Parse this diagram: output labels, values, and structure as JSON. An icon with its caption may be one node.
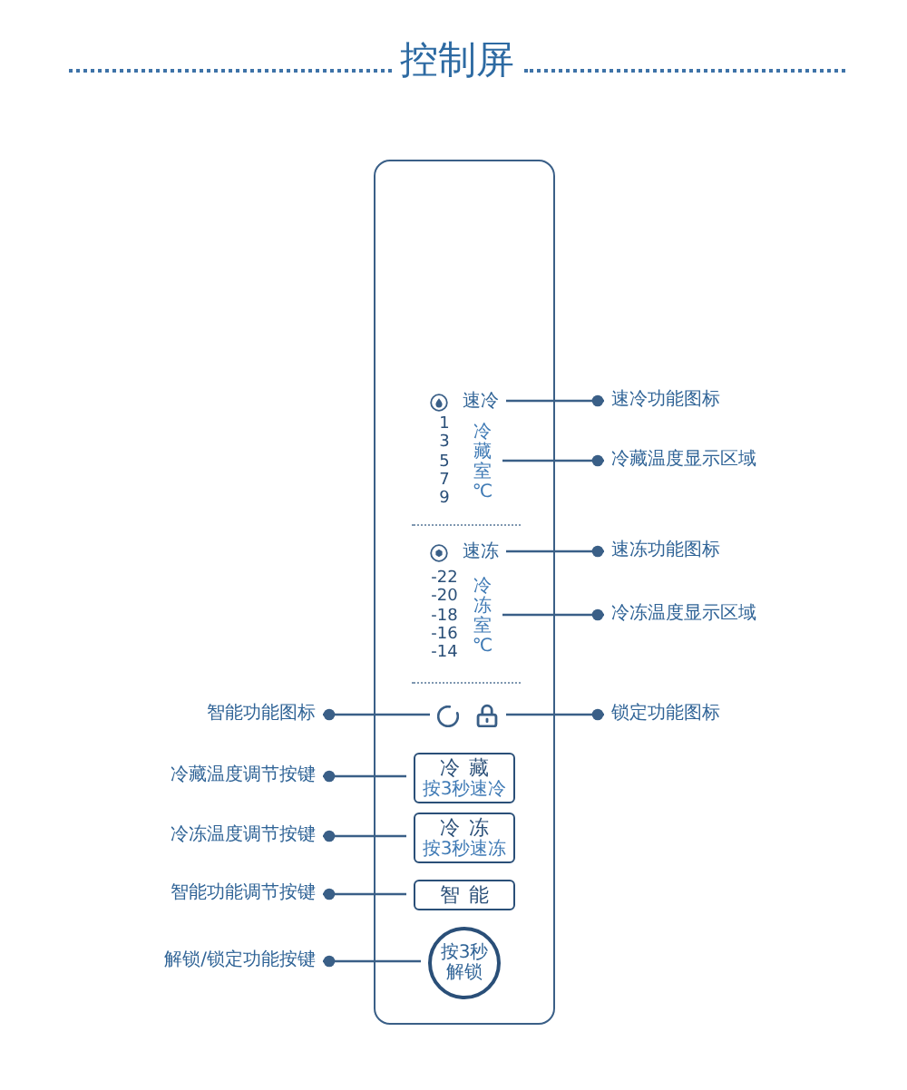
{
  "diagram": {
    "title": "控制屏",
    "nodes": [
      {
        "text": [],
        "shape": "box"
      },
      {
        "text": [
          "速冷"
        ],
        "in": 0
      },
      {
        "text": [
          "1",
          "3",
          "5",
          "7",
          "9",
          "冷藏室℃"
        ],
        "in": 0
      },
      {
        "text": [
          "速冻"
        ],
        "in": 0
      },
      {
        "text": [
          "-22",
          "-20",
          "-18",
          "-16",
          "-14",
          "冷冻室℃"
        ],
        "in": 0
      },
      {
        "text": [],
        "shape": "picture",
        "in": 0
      },
      {
        "text": [],
        "shape": "picture",
        "in": 0
      },
      {
        "text": [
          "冷藏",
          "按3秒速冷"
        ],
        "in": 0
      },
      {
        "text": [
          "冷冻",
          "按3秒速冻"
        ],
        "in": 0
      },
      {
        "text": [
          "智能"
        ],
        "in": 0
      },
      {
        "text": [
          "按3秒解锁"
        ],
        "in": 0
      },
      {
        "text": [
          "速冷功能图标"
        ]
      },
      {
        "text": [
          "冷藏温度显示区域"
        ]
      },
      {
        "text": [
          "速冻功能图标"
        ]
      },
      {
        "text": [
          "冷冻温度显示区域"
        ]
      },
      {
        "text": [
          "智能功能图标"
        ]
      },
      {
        "text": [
          "锁定功能图标"
        ]
      },
      {
        "text": [
          "冷藏温度调节按键"
        ]
      },
      {
        "text": [
          "冷冻温度调节按键"
        ]
      },
      {
        "text": [
          "智能功能调节按键"
        ]
      },
      {
        "text": [
          "解锁/锁定功能按键"
        ]
      }
    ],
    "edges": [
      {
        "from": 11,
        "to": 1,
        "arrow": "other"
      },
      {
        "from": 12,
        "to": 2,
        "arrow": "other"
      },
      {
        "from": 13,
        "to": 3,
        "arrow": "other"
      },
      {
        "from": 14,
        "to": 4,
        "arrow": "other"
      },
      {
        "from": 15,
        "to": 5,
        "arrow": "other"
      },
      {
        "from": 16,
        "to": 6,
        "arrow": "other"
      },
      {
        "from": 17,
        "to": 7,
        "arrow": "other"
      },
      {
        "from": 18,
        "to": 8,
        "arrow": "other"
      },
      {
        "from": 19,
        "to": 9,
        "arrow": "other"
      },
      {
        "from": 20,
        "to": 10,
        "arrow": "other"
      }
    ]
  }
}
